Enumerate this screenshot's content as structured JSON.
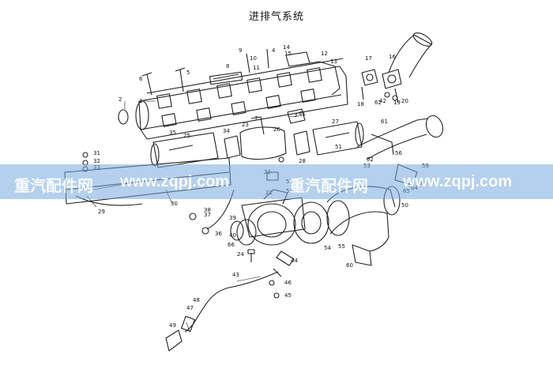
{
  "title": "进排气系统",
  "watermark": {
    "texts": [
      "重汽配件网",
      "www.zqpj.com",
      "重汽配件网",
      "www.zqpj.com"
    ],
    "band_color": "#78aadc"
  },
  "callouts": [
    "1",
    "2",
    "3",
    "4",
    "5",
    "6",
    "7",
    "8",
    "9",
    "10",
    "11",
    "12",
    "13",
    "14",
    "15",
    "16",
    "17",
    "18",
    "19",
    "20",
    "21",
    "22",
    "23",
    "24",
    "25",
    "26",
    "27",
    "28",
    "29",
    "30",
    "31",
    "32",
    "33",
    "34",
    "35",
    "36",
    "37",
    "38",
    "39",
    "40",
    "41",
    "42",
    "43",
    "44",
    "45",
    "46",
    "47",
    "48",
    "49",
    "50",
    "51",
    "52",
    "53",
    "54",
    "55",
    "56",
    "57",
    "58",
    "59",
    "60",
    "61",
    "62",
    "63",
    "64",
    "65",
    "66"
  ]
}
